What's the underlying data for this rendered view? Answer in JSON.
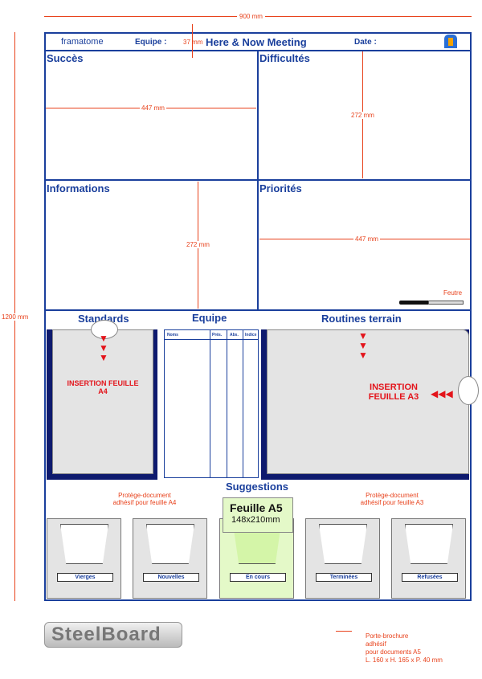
{
  "dimensions": {
    "width": "900 mm",
    "height": "1200 mm",
    "header": "37 mm",
    "panel_width": "447 mm",
    "panel_height": "272 mm",
    "panel_height_2": "272 mm",
    "panel_width_2": "447 mm"
  },
  "header": {
    "logo": "framatome",
    "team_label": "Equipe :",
    "title": "Here & Now Meeting",
    "date_label": "Date :"
  },
  "panels": {
    "success": "Succès",
    "difficulties": "Difficultés",
    "information": "Informations",
    "priorities": "Priorités"
  },
  "marker_label": "Feutre",
  "standards": {
    "title": "Standards",
    "insertion": "INSERTION FEUILLE A4",
    "note": "Protège-document adhésif pour feuille A4"
  },
  "team": {
    "title": "Equipe",
    "columns": [
      "Noms",
      "Prés.",
      "Abs.",
      "Indice"
    ]
  },
  "routines": {
    "title": "Routines terrain",
    "insertion": "INSERTION FEUILLE A3",
    "note": "Protège-document adhésif pour feuille A3"
  },
  "suggestions": {
    "title": "Suggestions",
    "sheet_title": "Feuille A5",
    "sheet_size": "148x210mm",
    "holders": [
      "Vierges",
      "Nouvelles",
      "En cours",
      "Terminées",
      "Refusées"
    ]
  },
  "brochure_note": [
    "Porte-brochure",
    "adhésif",
    "pour documents A5",
    "L. 160 x H. 165 x P. 40 mm"
  ],
  "brand": "SteelBoard",
  "colors": {
    "blue": "#1a3f9c",
    "red": "#e3141b",
    "dim": "#e8421c",
    "green": "#e4f9c8"
  }
}
